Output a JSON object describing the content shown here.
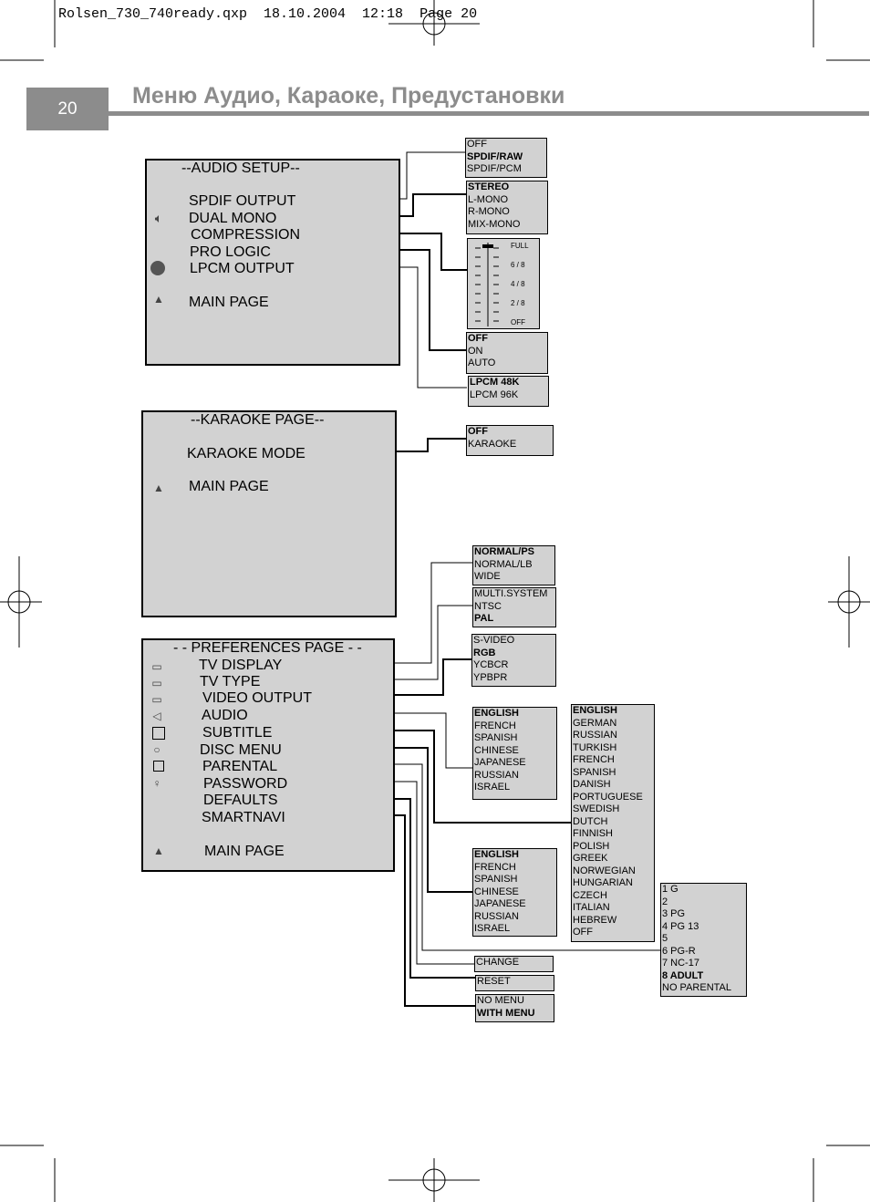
{
  "slug": "Rolsen_730_740ready.qxp  18.10.2004  12:18  Page 20",
  "page_number": "20",
  "page_title": "Меню Аудио, Караоке, Предустановки",
  "audio_setup": {
    "header": "--AUDIO SETUP--",
    "items": [
      "SPDIF OUTPUT",
      "DUAL MONO",
      "COMPRESSION",
      "PRO LOGIC",
      "LPCM OUTPUT"
    ],
    "main_page": "MAIN PAGE"
  },
  "karaoke_page": {
    "header": "--KARAOKE PAGE--",
    "items": [
      "KARAOKE MODE"
    ],
    "main_page": "MAIN PAGE"
  },
  "preferences_page": {
    "header": "- -  PREFERENCES PAGE - -",
    "items": [
      "TV DISPLAY",
      "TV TYPE",
      "VIDEO OUTPUT",
      "AUDIO",
      "SUBTITLE",
      "DISC MENU",
      "PARENTAL",
      "PASSWORD",
      "DEFAULTS",
      "SMARTNAVI"
    ],
    "main_page": "MAIN PAGE"
  },
  "options": {
    "spdif": [
      "OFF",
      "SPDIF/RAW",
      "SPDIF/PCM"
    ],
    "dual_mono": [
      "STEREO",
      "L-MONO",
      "R-MONO",
      "MIX-MONO"
    ],
    "compression": [
      "FULL",
      "6 / 8",
      "4 / 8",
      "2 / 8",
      "OFF"
    ],
    "pro_logic": [
      "OFF",
      "ON",
      "AUTO"
    ],
    "lpcm": [
      "LPCM 48K",
      "LPCM 96K"
    ],
    "karaoke": [
      "OFF",
      "KARAOKE"
    ],
    "tv_display": [
      "NORMAL/PS",
      "NORMAL/LB",
      "WIDE"
    ],
    "tv_type": [
      "MULTI.SYSTEM",
      "NTSC",
      "PAL"
    ],
    "video_output": [
      "S-VIDEO",
      "RGB",
      "YCBCR",
      "YPBPR"
    ],
    "audio_lang": [
      "ENGLISH",
      "FRENCH",
      "SPANISH",
      "CHINESE",
      "JAPANESE",
      "RUSSIAN",
      "ISRAEL"
    ],
    "subtitle_lang": [
      "ENGLISH",
      "GERMAN",
      "RUSSIAN",
      "TURKISH",
      "FRENCH",
      "SPANISH",
      "DANISH",
      "PORTUGUESE",
      "SWEDISH",
      "DUTCH",
      "FINNISH",
      "POLISH",
      "GREEK",
      "NORWEGIAN",
      "HUNGARIAN",
      "CZECH",
      "ITALIAN",
      "HEBREW",
      "OFF"
    ],
    "disc_menu_lang": [
      "ENGLISH",
      "FRENCH",
      "SPANISH",
      "CHINESE",
      "JAPANESE",
      "RUSSIAN",
      "ISRAEL"
    ],
    "parental": [
      "1 G",
      "2",
      "3 PG",
      "4 PG 13",
      "5",
      "6 PG-R",
      "7 NC-17",
      "8 ADULT",
      "NO PARENTAL"
    ],
    "password": [
      "CHANGE"
    ],
    "defaults": [
      "RESET"
    ],
    "smartnavi": [
      "NO MENU",
      "WITH MENU"
    ]
  },
  "icons": {
    "speaker": "speaker-icon",
    "equalizer": "equalizer-icon",
    "up_arrow": "up-arrow-icon",
    "tv": "tv-icon",
    "subtitle": "subtitle-icon",
    "disc": "disc-icon",
    "parental": "parental-icon",
    "key": "key-icon"
  }
}
